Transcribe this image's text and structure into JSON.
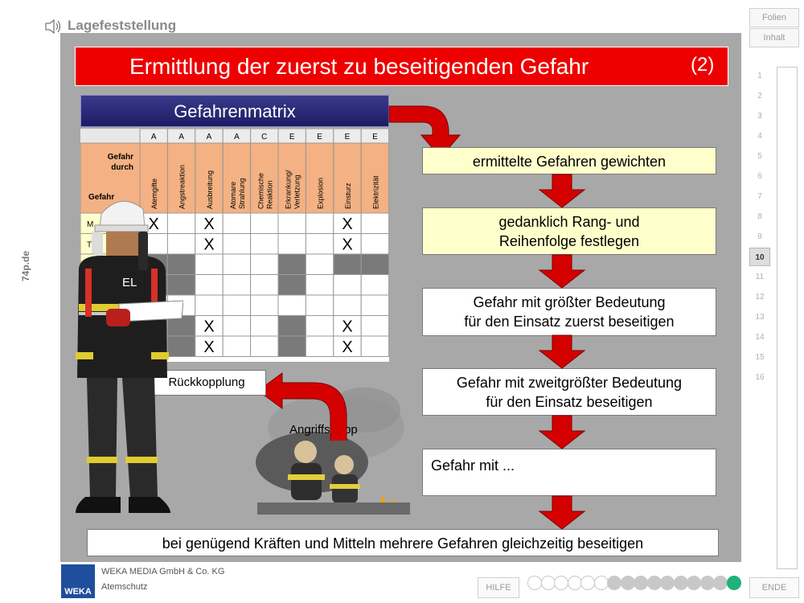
{
  "header": {
    "section_title": "Lagefeststellung",
    "speaker_icon": "speaker-icon",
    "folien_label": "Folien",
    "inhalt_label": "Inhalt"
  },
  "slide": {
    "title": "Ermittlung der zuerst zu beseitigenden Gefahr",
    "title_suffix": "(2)",
    "matrix": {
      "heading": "Gefahrenmatrix",
      "row_header_top": "Gefahr durch",
      "row_header_bottom": "Gefahr",
      "category_letters": [
        "A",
        "A",
        "A",
        "A",
        "C",
        "E",
        "E",
        "E",
        "E"
      ],
      "columns": [
        "Atemgifte",
        "Angstreaktion",
        "Ausbreitung",
        "Atomare Strahlung",
        "Chemische Reaktion",
        "Erkrankung/ Verletzung",
        "Explosion",
        "Einsturz",
        "Elektrizität"
      ],
      "row_labels": [
        "M",
        "T",
        "",
        "",
        "",
        "",
        "",
        ""
      ],
      "marks": [
        [
          "X",
          "",
          "X",
          "",
          "",
          "",
          "",
          "X",
          ""
        ],
        [
          "",
          "",
          "X",
          "",
          "",
          "",
          "",
          "X",
          ""
        ],
        [
          "",
          "",
          "",
          "",
          "",
          "",
          "",
          "",
          ""
        ],
        [
          "",
          "",
          "",
          "",
          "",
          "",
          "",
          "",
          ""
        ],
        [
          "",
          "",
          "",
          "",
          "",
          "",
          "",
          "",
          ""
        ],
        [
          "",
          "",
          "X",
          "",
          "",
          "",
          "",
          "X",
          ""
        ],
        [
          "",
          "",
          "X",
          "",
          "",
          "",
          "",
          "X",
          ""
        ]
      ]
    },
    "el_label": "EL",
    "feedback_label": "Rückkopplung",
    "troop_label": "Angriffstrupp",
    "steps": [
      "ermittelte Gefahren gewichten",
      "gedanklich Rang- und Reihenfolge festlegen",
      "Gefahr mit größter Bedeutung für den Einsatz zuerst beseitigen",
      "Gefahr mit zweitgrößter Bedeutung für den Einsatz beseitigen",
      "Gefahr mit ..."
    ],
    "step_lines": [
      [
        "ermittelte Gefahren gewichten"
      ],
      [
        "gedanklich Rang- und",
        "Reihenfolge festlegen"
      ],
      [
        "Gefahr mit größter Bedeutung",
        "für den Einsatz zuerst beseitigen"
      ],
      [
        "Gefahr mit zweitgrößter Bedeutung",
        "für den Einsatz beseitigen"
      ],
      [
        "Gefahr mit ..."
      ]
    ],
    "bottom_bar": "bei genügend Kräften und Mitteln mehrere Gefahren gleichzeitig beseitigen"
  },
  "nav": {
    "slides": [
      "1",
      "2",
      "3",
      "4",
      "5",
      "6",
      "7",
      "8",
      "9",
      "10",
      "11",
      "12",
      "13",
      "14",
      "15",
      "16"
    ],
    "current": "10",
    "site_label": "74p.de"
  },
  "footer": {
    "logo_text": "WEKA",
    "company": "WEKA MEDIA GmbH & Co. KG",
    "product": "Atemschutz",
    "hilfe_label": "HILFE",
    "ende_label": "ENDE",
    "progress_total": 16,
    "progress_done_outline": 6,
    "progress_current_index": 15,
    "colors": {
      "outline": "#c8c8c8",
      "filled": "#c8c8c8",
      "current": "#1fb27a"
    }
  },
  "colors": {
    "title_red": "#ee0000",
    "slide_gray": "#a8a8a8",
    "matrix_heading": "#2a2a7c",
    "matrix_header_orange": "#f4b183",
    "arrow_red": "#dd0000",
    "yellow_box": "#ffffcc"
  }
}
